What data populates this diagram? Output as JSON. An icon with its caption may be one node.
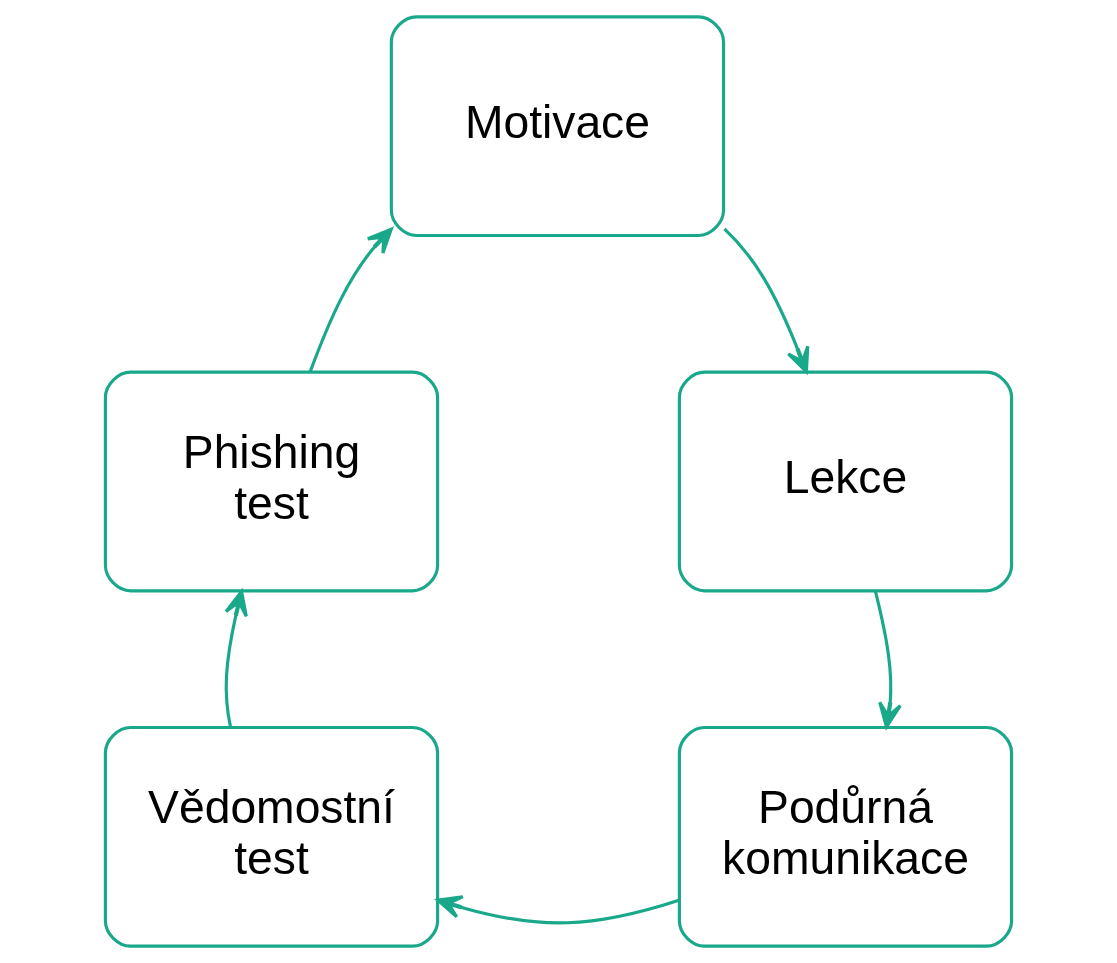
{
  "diagram": {
    "nodes": [
      {
        "text": [
          "Motivace"
        ]
      },
      {
        "text": [
          "Lekce"
        ]
      },
      {
        "text": [
          "Podůrná komunikace"
        ]
      },
      {
        "text": [
          "Vědomostní test"
        ]
      },
      {
        "text": [
          "Phishing test"
        ]
      }
    ],
    "edges": [
      {
        "from": 0,
        "to": 1,
        "arrow": "to"
      },
      {
        "from": 1,
        "to": 2,
        "arrow": "to"
      },
      {
        "from": 2,
        "to": 3,
        "arrow": "to"
      },
      {
        "from": 3,
        "to": 4,
        "arrow": "to"
      },
      {
        "from": 4,
        "to": 0,
        "arrow": "to"
      }
    ]
  }
}
